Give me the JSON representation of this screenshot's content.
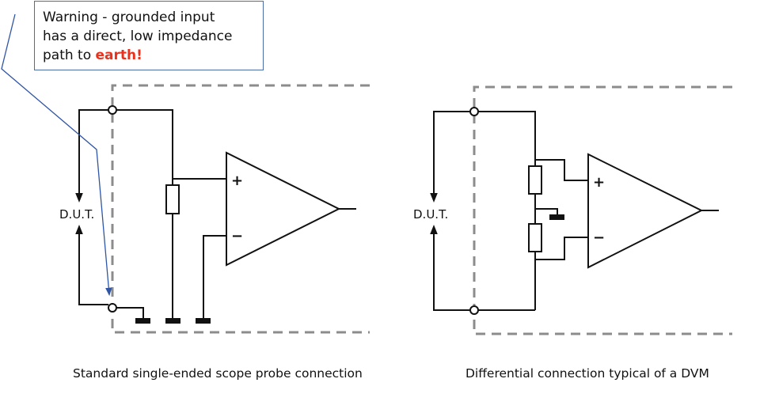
{
  "warning": {
    "line1": "Warning - grounded input",
    "line2": "has a direct, low impedance",
    "line3_prefix": "path to ",
    "line3_highlight": "earth!",
    "highlight_color": "#e8321e",
    "border_color": "#4a6da7"
  },
  "left_diagram": {
    "dut_label": "D.U.T.",
    "plus_label": "+",
    "minus_label": "−",
    "caption": "Standard single-ended scope probe connection"
  },
  "right_diagram": {
    "dut_label": "D.U.T.",
    "plus_label": "+",
    "minus_label": "−",
    "caption": "Differential connection typical of a DVM"
  },
  "colors": {
    "wire": "#111111",
    "enclosure": "#8c8c8c",
    "callout_arrow": "#4a6da7"
  }
}
